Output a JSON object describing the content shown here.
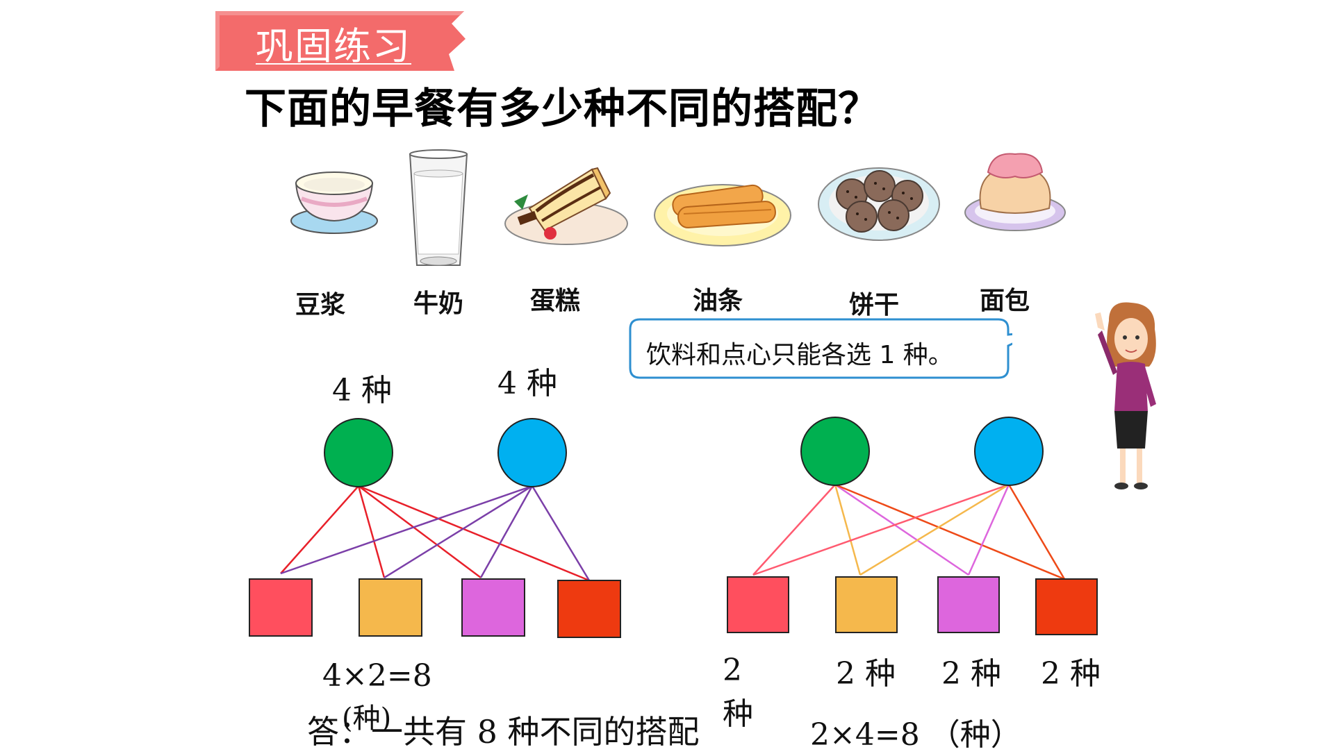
{
  "banner": {
    "title": "巩固练习",
    "color": "#f36b6b"
  },
  "question": "下面的早餐有多少种不同的搭配？",
  "foods": [
    {
      "label": "豆浆",
      "icon": "soy-milk-bowl-icon"
    },
    {
      "label": "牛奶",
      "icon": "milk-glass-icon"
    },
    {
      "label": "蛋糕",
      "icon": "cake-slice-icon"
    },
    {
      "label": "油条",
      "icon": "fried-dough-plate-icon"
    },
    {
      "label": "饼干",
      "icon": "cookies-plate-icon"
    },
    {
      "label": "面包",
      "icon": "bread-plate-icon"
    }
  ],
  "speech_bubble": "饮料和点心只能各选 1 种。",
  "left_diagram": {
    "drink_counts": [
      "4 种",
      "4 种"
    ],
    "equation": "4×2=8",
    "unit": "(种)"
  },
  "right_diagram": {
    "snack_counts_first": "2",
    "snack_counts_first_unit": "种",
    "snack_counts": [
      "2 种",
      "2 种",
      "2 种"
    ],
    "equation": "2×4=8 （种）"
  },
  "answer": "答：一共有 8 种不同的搭配",
  "colors": {
    "green": "#00b050",
    "blue": "#00b0f0",
    "red": "#ff4f5e",
    "orange": "#f5b84c",
    "violet": "#dd66dd",
    "redorange": "#ee3a10"
  }
}
